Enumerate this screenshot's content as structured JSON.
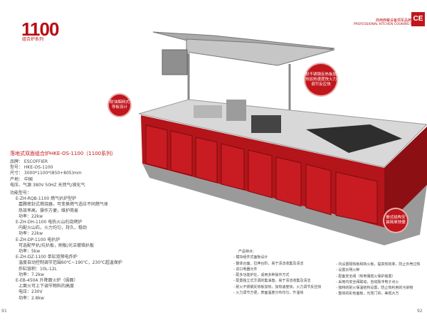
{
  "header": {
    "model": "1100",
    "series": "组合炉系列",
    "brand_cn": "商用西餐设备领军品牌",
    "brand_en": "PROFESSIONAL KITCHEN COOKING RANGE",
    "ce_mark": "CE"
  },
  "spec": {
    "title": "落地式双面组合炉HKE-OS-1100（1100系列）",
    "lines": [
      "品牌：  ESCOFFIER",
      "型号：  HKE-OS-1100",
      "尺寸：  3000*1100*(850+805)mm",
      "产地：  中国",
      "电压、气源      380V 50HZ       天然气/液化气"
    ],
    "config_label": "功能型号：",
    "modules": [
      {
        "name": "E-ZH-RQB-1100   燃气扒炉型炉",
        "lines": [
          "嘉腾密封式燃烧器，可变换燃气适应不同燃气体",
          "热效率高，操作方便，维护简易",
          "功率：22kw"
        ]
      },
      {
        "name": "E-ZH-DH-1100   电热火山石烧烤炉",
        "lines": [
          "内配火山石，火力均匀，持久、稳劲",
          "功率：22kw"
        ]
      },
      {
        "name": "E-ZH-DP-1100   电扒炉",
        "lines": [
          "可选配平扒/坑扒板，刷板/光洁镀铬扒板",
          "功率：5kw"
        ]
      },
      {
        "name": "E-ZH-DZ-1100   单缸双筛电炸炉",
        "lines": [
          "温度自动控制调节范围60℃~190℃，230℃超温保护",
          "炸缸容积：10L-12L",
          "功率：7.2kw"
        ]
      },
      {
        "name": "E-EB-450A   升降面火炉（焗面）",
        "lines": [
          "上面火可上下调节物料的高度",
          "电压：230V",
          "功率：2.8kw"
        ]
      }
    ]
  },
  "features": {
    "title": "产品特点：",
    "left": [
      "- 模块组件式面板设计",
      "- 整体台面，拉伸台阶，易于清洁收集及清洁",
      "- 进口电器元件",
      "- 配多功能炉灶，适用多种操作方式",
      "- 配置独立式烹调的集油盘，易于清洁收集及清洁",
      "- 耐火不锈钢反热板加热，加热速度快，火力调节反应快",
      "- 火力调节方便，表面温度分布均匀，升温快"
    ],
    "right": [
      "- 内设置隔热板和挡火板，提高热效率，防止外壳过热",
      "- 设置长明火种",
      "- 配备安全阀（热电偶熄火保护装置）",
      "- 采用内安全阀联动，自动脉冲电子点火",
      "- 独特的耐火保温结构设置，防止热利用的污染物",
      "- 整体的彩色面板，光亮门帘，美观大方"
    ]
  },
  "callouts": [
    "耐不锈钢反热板加热加热速度快火力调节反应快",
    "耐油烟网式导板设计",
    "嵌式结构安装简单快捷"
  ],
  "page_numbers": {
    "left": "91",
    "right": "92"
  },
  "colors": {
    "accent": "#c0161c",
    "base_red": "#b3151b"
  }
}
